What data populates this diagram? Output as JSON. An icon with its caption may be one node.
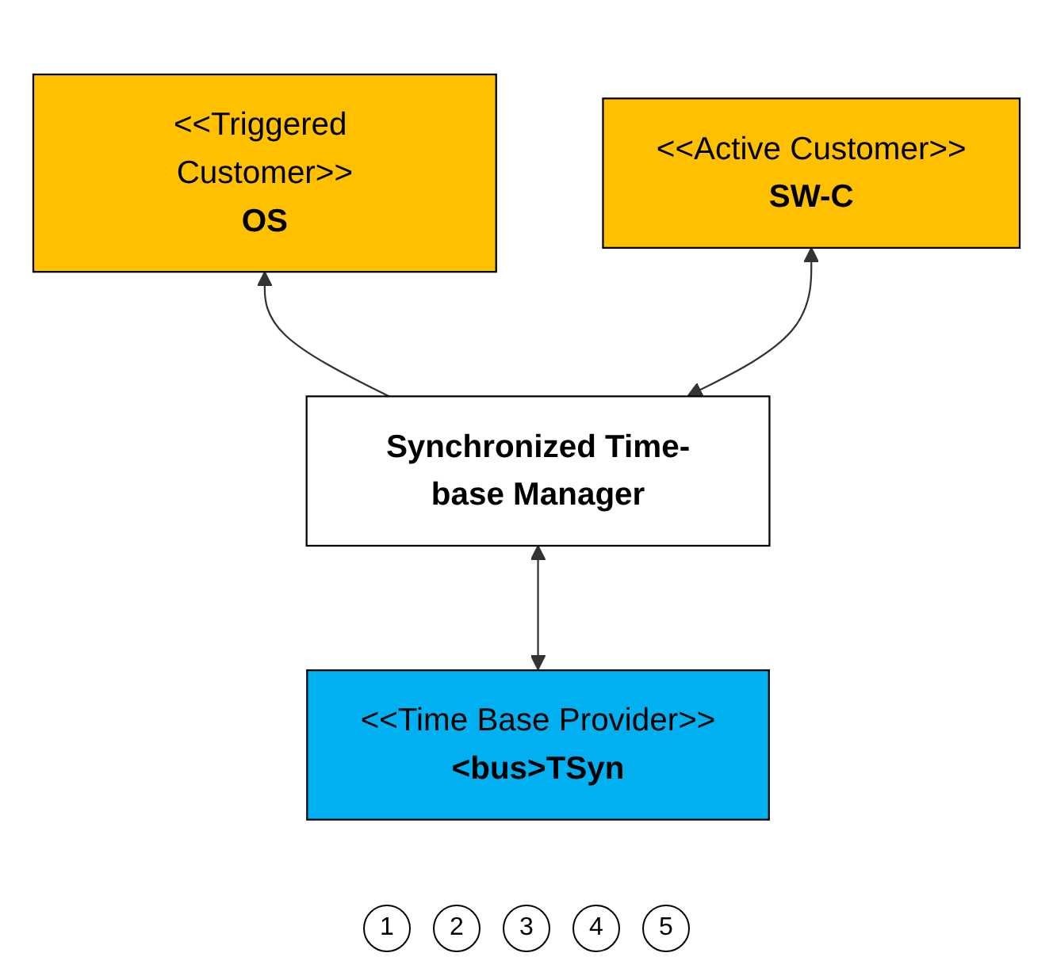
{
  "diagram": {
    "nodes": [
      {
        "text": [
          "<<Triggered Customer>>",
          "OS"
        ]
      },
      {
        "text": [
          "<<Active Customer>>",
          "SW-C"
        ]
      },
      {
        "text": [
          "Synchronized Time-base Manager"
        ]
      },
      {
        "text": [
          "<<Time Base Provider>>",
          "<bus>TSyn"
        ]
      }
    ],
    "edges": [
      {
        "from": 2,
        "to": 0,
        "arrow": "to"
      },
      {
        "from": 2,
        "to": 1,
        "arrow": "both"
      },
      {
        "from": 2,
        "to": 3,
        "arrow": "both"
      }
    ],
    "labels": [
      "1",
      "2",
      "3",
      "4",
      "5"
    ]
  }
}
